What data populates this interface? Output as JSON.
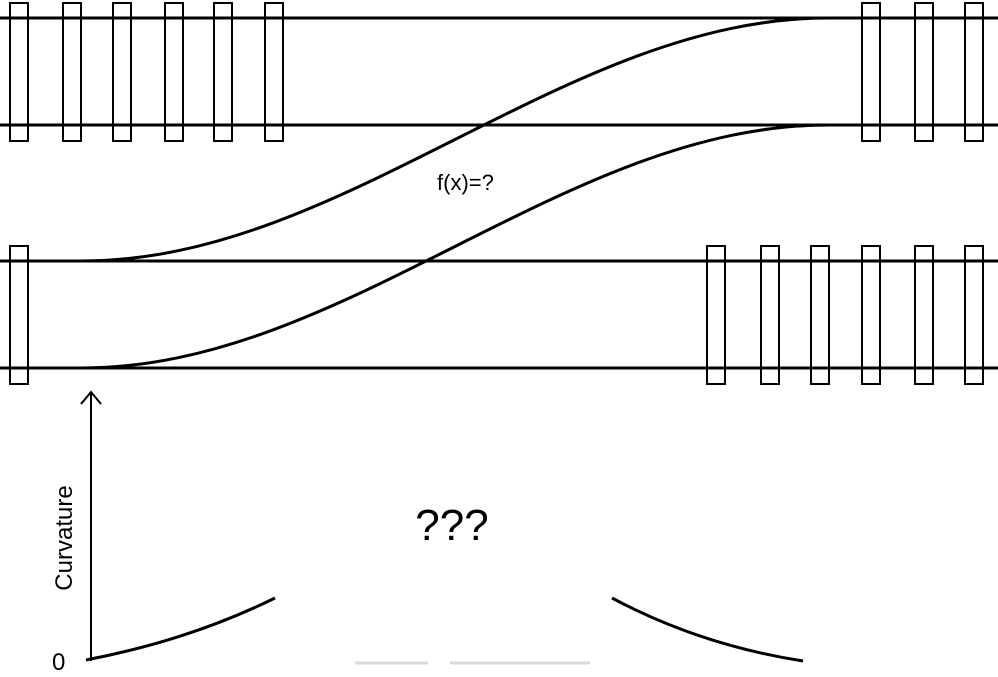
{
  "diagram": {
    "function_label": "f(x)=?",
    "curvature_unknown": "???",
    "axis": {
      "ylabel": "Curvature",
      "zero_label": "0"
    }
  },
  "colors": {
    "line": "#000000",
    "background": "#ffffff"
  }
}
